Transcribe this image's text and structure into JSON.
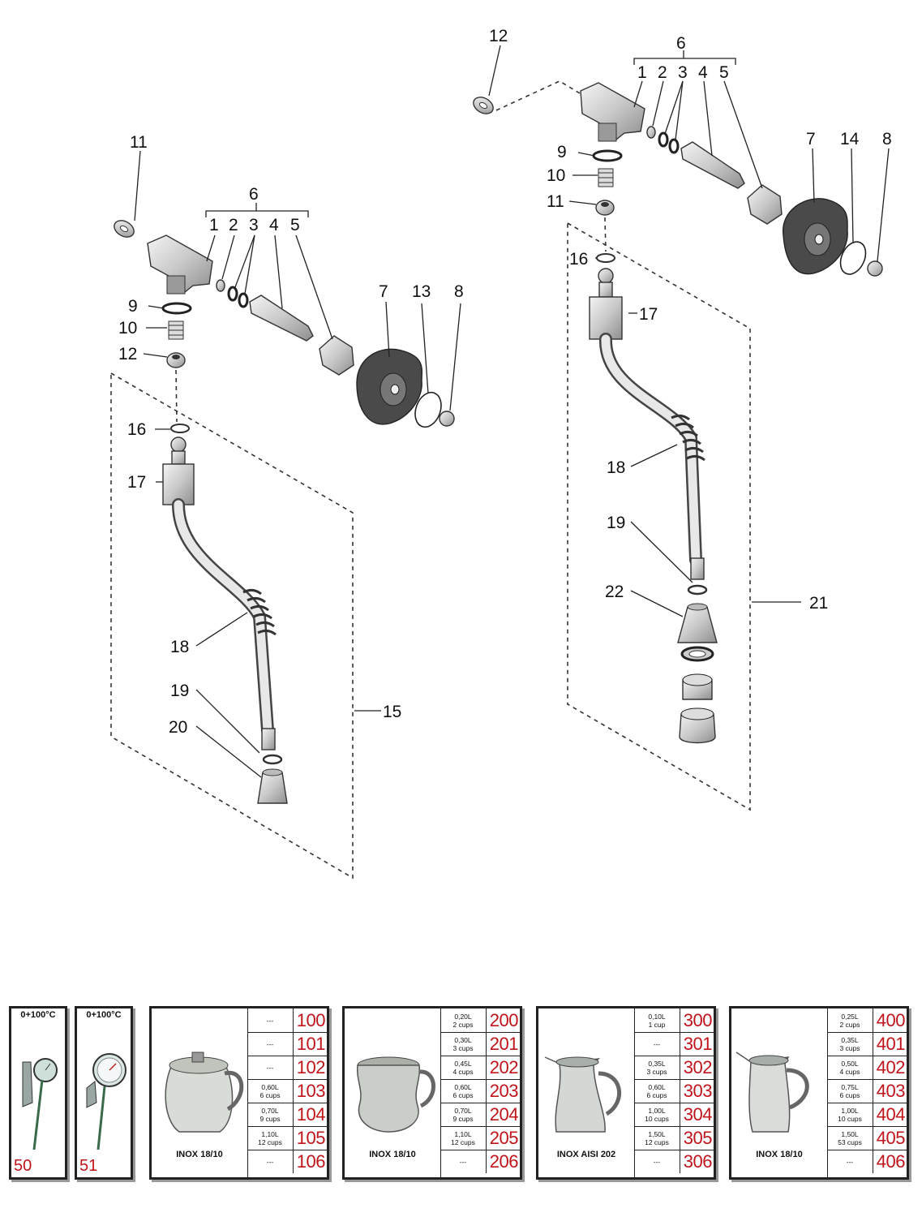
{
  "diagram": {
    "left_assembly": {
      "callouts": [
        "1",
        "2",
        "3",
        "4",
        "5",
        "6",
        "7",
        "8",
        "9",
        "10",
        "11",
        "12",
        "13",
        "15",
        "16",
        "17",
        "18",
        "19",
        "20"
      ]
    },
    "right_assembly": {
      "callouts": [
        "1",
        "2",
        "3",
        "4",
        "5",
        "6",
        "7",
        "8",
        "9",
        "10",
        "11",
        "12",
        "14",
        "16",
        "17",
        "18",
        "19",
        "21",
        "22"
      ]
    }
  },
  "accessories": {
    "thermometers": [
      {
        "range": "0+100°C",
        "code": "50",
        "icon": "clip-thermometer-icon"
      },
      {
        "range": "0+100°C",
        "code": "51",
        "icon": "dial-thermometer-icon"
      }
    ],
    "pitchers": [
      {
        "icon": "lidded-pitcher-icon",
        "material": "INOX 18/10",
        "rows": [
          {
            "cap1": "---",
            "cap2": "",
            "code": "100"
          },
          {
            "cap1": "---",
            "cap2": "",
            "code": "101"
          },
          {
            "cap1": "---",
            "cap2": "",
            "code": "102"
          },
          {
            "cap1": "0,60L",
            "cap2": "6 cups",
            "code": "103"
          },
          {
            "cap1": "0,70L",
            "cap2": "9 cups",
            "code": "104"
          },
          {
            "cap1": "1,10L",
            "cap2": "12 cups",
            "code": "105"
          },
          {
            "cap1": "---",
            "cap2": "",
            "code": "106"
          }
        ]
      },
      {
        "icon": "belly-pitcher-icon",
        "material": "INOX 18/10",
        "rows": [
          {
            "cap1": "0,20L",
            "cap2": "2 cups",
            "code": "200"
          },
          {
            "cap1": "0,30L",
            "cap2": "3 cups",
            "code": "201"
          },
          {
            "cap1": "0,45L",
            "cap2": "4 cups",
            "code": "202"
          },
          {
            "cap1": "0,60L",
            "cap2": "6 cups",
            "code": "203"
          },
          {
            "cap1": "0,70L",
            "cap2": "9 cups",
            "code": "204"
          },
          {
            "cap1": "1,10L",
            "cap2": "12 cups",
            "code": "205"
          },
          {
            "cap1": "---",
            "cap2": "",
            "code": "206"
          }
        ]
      },
      {
        "icon": "conical-pitcher-icon",
        "material": "INOX AISI 202",
        "rows": [
          {
            "cap1": "0,10L",
            "cap2": "1 cup",
            "code": "300"
          },
          {
            "cap1": "---",
            "cap2": "",
            "code": "301"
          },
          {
            "cap1": "0,35L",
            "cap2": "3 cups",
            "code": "302"
          },
          {
            "cap1": "0,60L",
            "cap2": "6 cups",
            "code": "303"
          },
          {
            "cap1": "1,00L",
            "cap2": "10 cups",
            "code": "304"
          },
          {
            "cap1": "1,50L",
            "cap2": "12 cups",
            "code": "305"
          },
          {
            "cap1": "---",
            "cap2": "",
            "code": "306"
          }
        ]
      },
      {
        "icon": "tall-pitcher-icon",
        "material": "INOX 18/10",
        "rows": [
          {
            "cap1": "0,25L",
            "cap2": "2 cups",
            "code": "400"
          },
          {
            "cap1": "0,35L",
            "cap2": "3 cups",
            "code": "401"
          },
          {
            "cap1": "0,50L",
            "cap2": "4 cups",
            "code": "402"
          },
          {
            "cap1": "0,75L",
            "cap2": "6 cups",
            "code": "403"
          },
          {
            "cap1": "1,00L",
            "cap2": "10 cups",
            "code": "404"
          },
          {
            "cap1": "1,50L",
            "cap2": "53 cups",
            "code": "405"
          },
          {
            "cap1": "---",
            "cap2": "",
            "code": "406"
          }
        ]
      }
    ]
  },
  "colors": {
    "code_red": "#c0141b",
    "outline": "#222222",
    "knob_dark": "#4a4a4a"
  }
}
